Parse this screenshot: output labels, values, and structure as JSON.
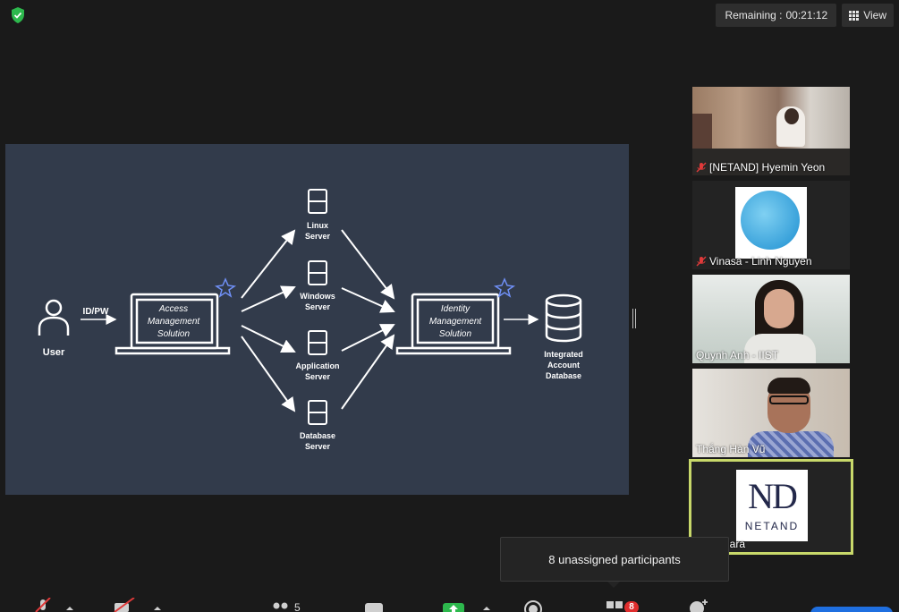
{
  "topbar": {
    "remaining_label": "Remaining :",
    "remaining_time": "00:21:12",
    "view_label": "View"
  },
  "slide": {
    "user_label": "User",
    "credential_label": "ID/PW",
    "access_lines": [
      "Access",
      "Management",
      "Solution"
    ],
    "identity_lines": [
      "Identity",
      "Management",
      "Solution"
    ],
    "servers": [
      {
        "line1": "Linux",
        "line2": "Server"
      },
      {
        "line1": "Windows",
        "line2": "Server"
      },
      {
        "line1": "Application",
        "line2": "Server"
      },
      {
        "line1": "Database",
        "line2": "Server"
      }
    ],
    "database_lines": [
      "Integrated",
      "Account",
      "Database"
    ]
  },
  "participants": [
    {
      "name": "[NETAND] Hyemin Yeon",
      "muted": true
    },
    {
      "name": "Vinasa - Linh Nguyen",
      "muted": true
    },
    {
      "name": "Quynh Anh - IIST",
      "muted": false
    },
    {
      "name": "Thắng Hàn Vũ",
      "muted": false
    },
    {
      "name": "ND -Dilara",
      "muted": false
    }
  ],
  "logos": {
    "nd_mark": "ND",
    "netand": "NETAND"
  },
  "tooltip": "8 unassigned participants",
  "toolbar": {
    "participants_count": "5",
    "rooms_badge": "8"
  },
  "colors": {
    "slide_bg": "#323b4b",
    "active_border": "#c8d86a",
    "badge": "#e02e2e",
    "accent": "#1f6fe0"
  }
}
